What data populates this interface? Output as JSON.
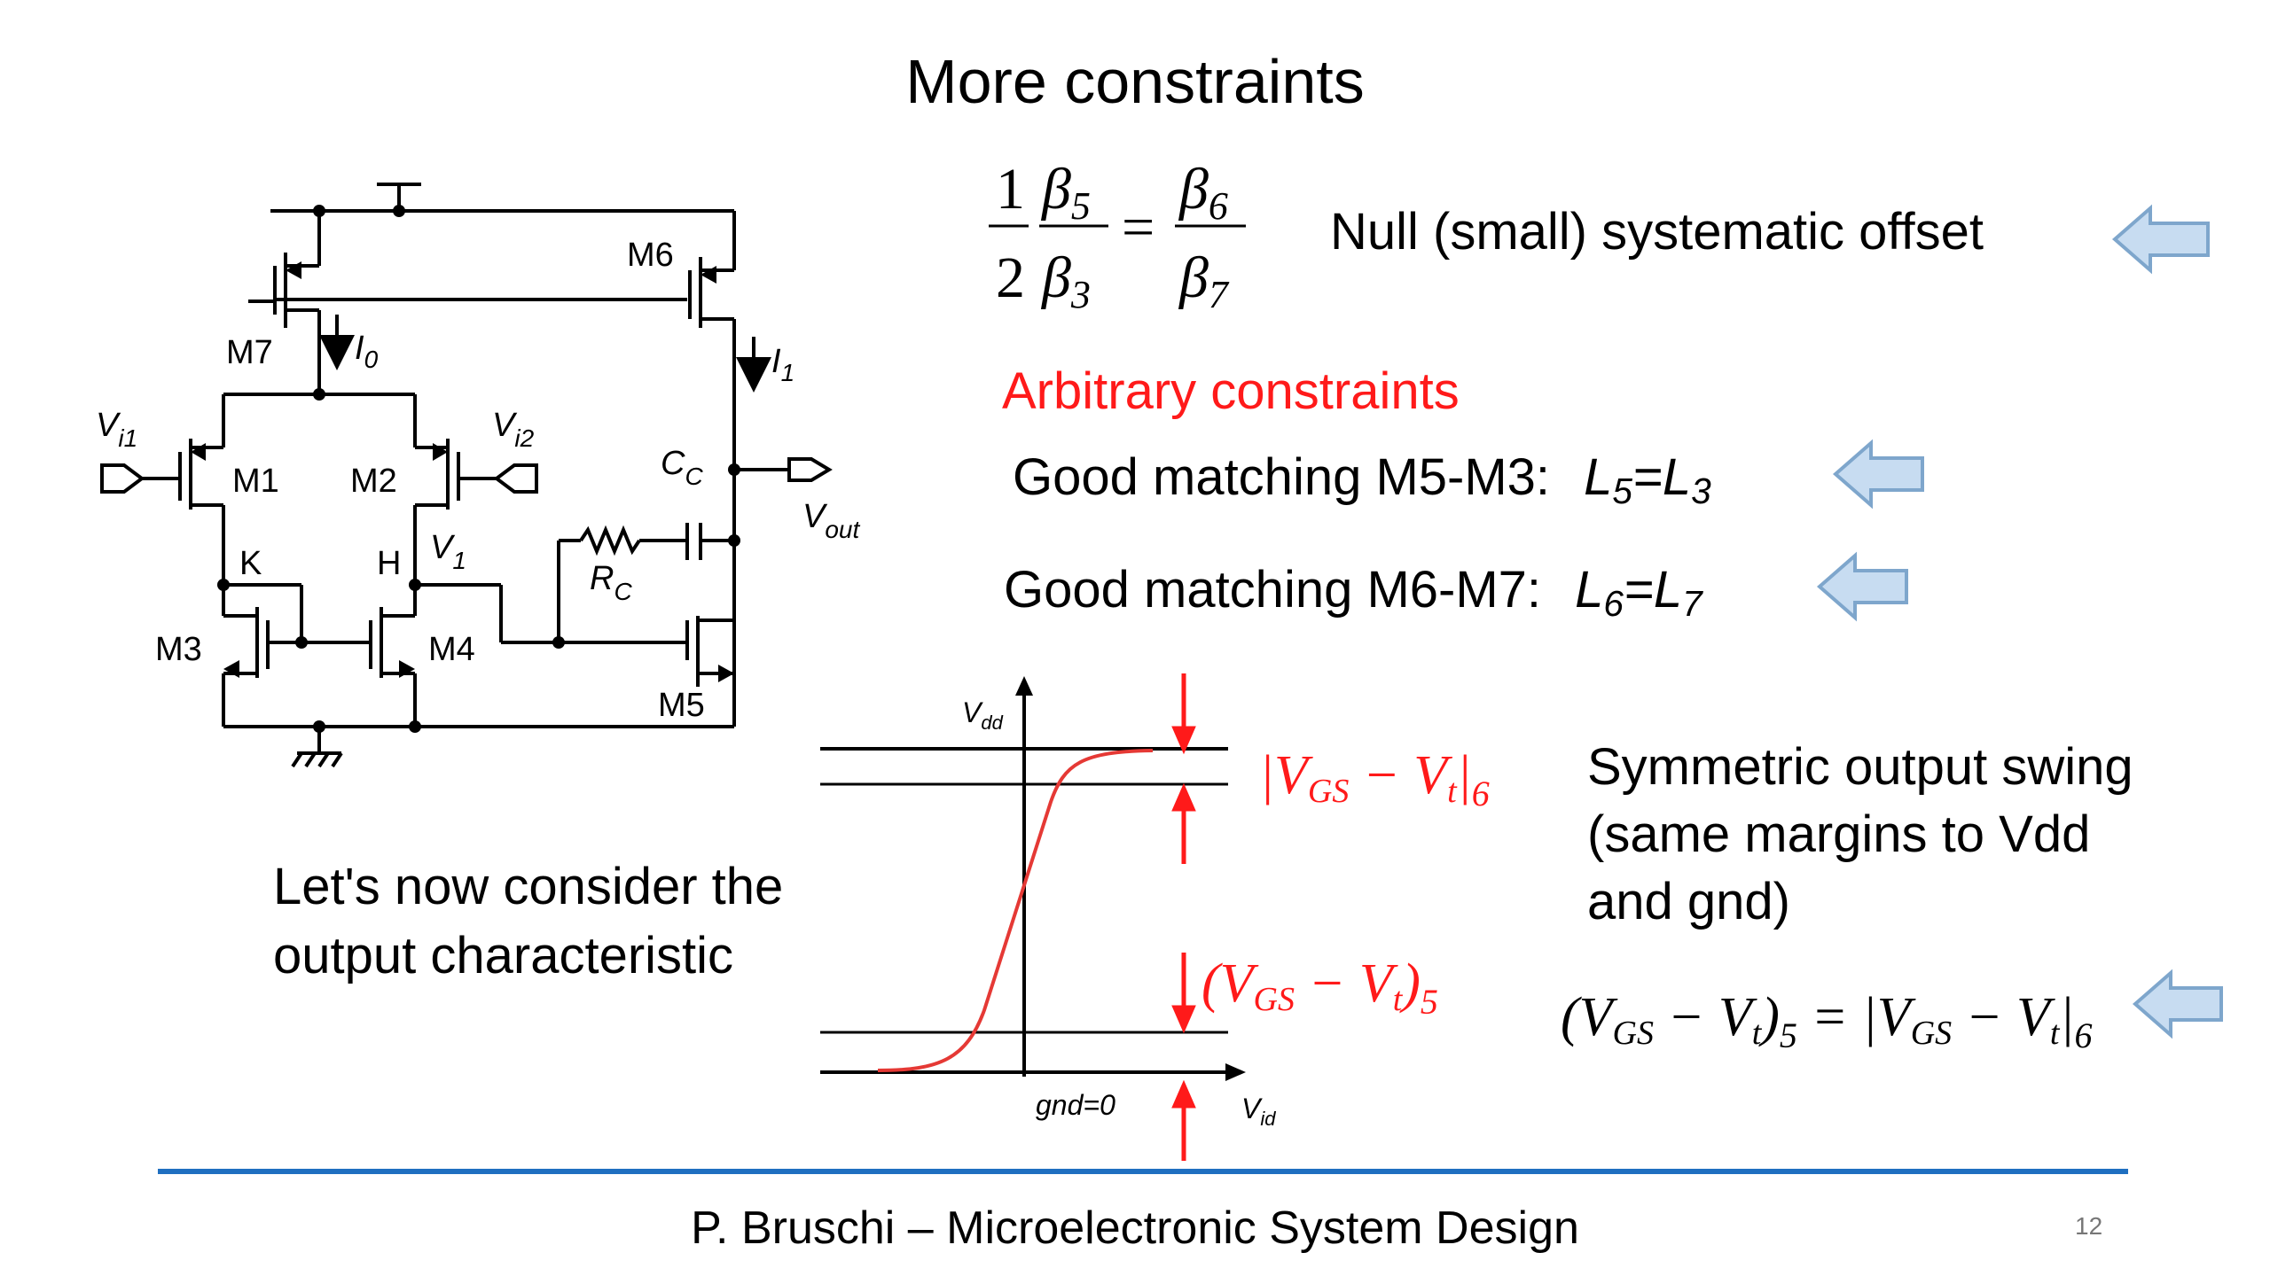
{
  "slide": {
    "title": "More constraints",
    "null_offset": "Null (small) systematic offset",
    "arbitrary": "Arbitrary constraints",
    "good1": "Good matching M5-M3:",
    "good2": "Good matching M6-M7:",
    "symmetric": [
      "Symmetric output swing",
      "(same margins to Vdd",
      "and gnd)"
    ],
    "consider": [
      "Let's now consider the",
      "output characteristic"
    ],
    "footer": "P. Bruschi – Microelectronic System Design",
    "page": "12"
  },
  "equations": {
    "beta_half": "1",
    "beta_two": "2",
    "beta": "β",
    "b5": "5",
    "b3": "3",
    "b6": "6",
    "b7": "7",
    "l5": "L",
    "l5s": "5",
    "l3": "L",
    "l3s": "3",
    "l6": "L",
    "l6s": "6",
    "l7": "L",
    "l7s": "7"
  },
  "circuit": {
    "labels": {
      "M1": "M1",
      "M2": "M2",
      "M3": "M3",
      "M4": "M4",
      "M5": "M5",
      "M6": "M6",
      "M7": "M7",
      "I0": "I",
      "I0s": "0",
      "I1": "I",
      "I1s": "1",
      "Vi1": "V",
      "Vi1s": "i1",
      "Vi2": "V",
      "Vi2s": "i2",
      "Vout": "V",
      "Vouts": "out",
      "V1": "V",
      "V1s": "1",
      "K": "K",
      "H": "H",
      "Cc": "C",
      "Ccs": "C",
      "Rc": "R",
      "Rcs": "C"
    }
  },
  "graph": {
    "vdd": "V",
    "vdds": "dd",
    "gnd": "gnd=0",
    "vid": "V",
    "vids": "id",
    "v6": "|V",
    "v6gs": "GS",
    "v6m": " − V",
    "v6t": "t",
    "v6end": "|",
    "v6s": "6",
    "v5": "(V",
    "v5gs": "GS",
    "v5m": " − V",
    "v5t": "t",
    "v5end": ")",
    "v5s": "5"
  },
  "colors": {
    "accent_red": "#ff1a1a",
    "arrow_fill": "#c7dcf1",
    "arrow_stroke": "#7ea6cc",
    "rule": "#1f6fc0"
  }
}
